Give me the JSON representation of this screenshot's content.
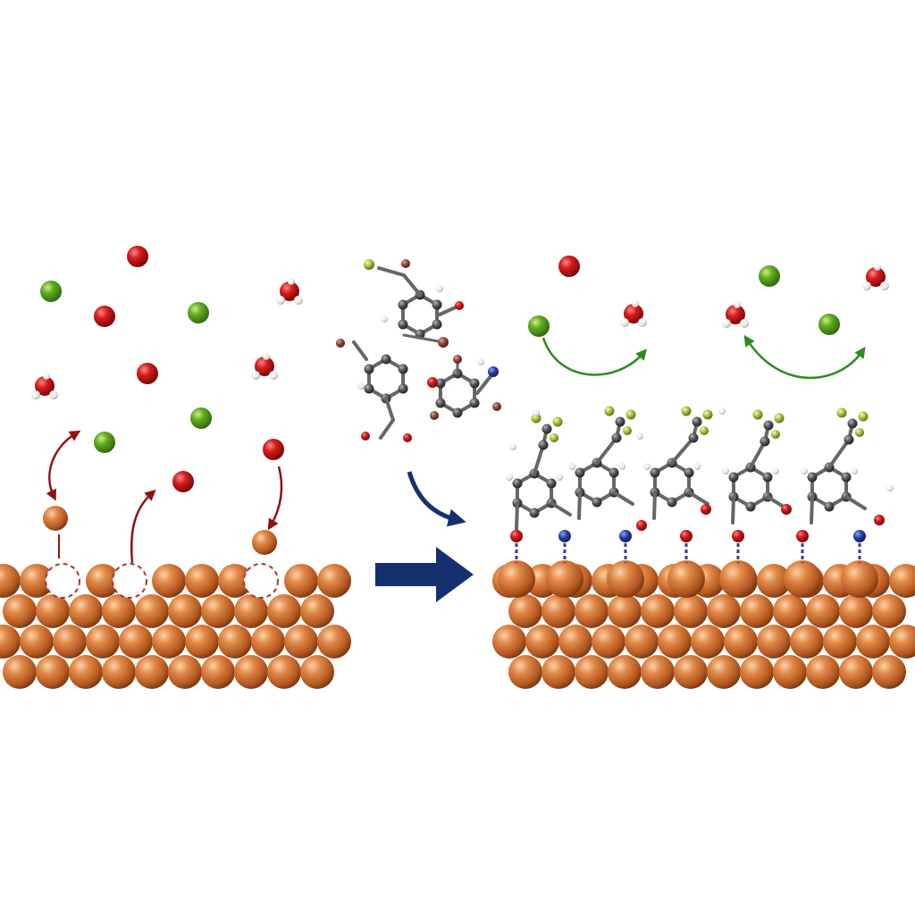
{
  "figure": {
    "panels": [
      "corrosion-panel",
      "inhibitor-adsorption-panel"
    ],
    "transition": "right-arrow"
  },
  "colors": {
    "background": "#ffffff",
    "copper": "#c8652e",
    "copper_light": "#f4b07f",
    "copper_dark": "#8a3f15",
    "oxygen": "#c81414",
    "chloride": "#5aa31f",
    "hydrogen": "#f2f2f2",
    "carbon": "#555555",
    "nitrogen": "#2a3f9a",
    "fluorine": "#a6c03a",
    "red_arrow": "#8e1414",
    "green_arrow": "#2e8b1e",
    "process_arrow": "#15306e"
  },
  "legend_hidden": true
}
